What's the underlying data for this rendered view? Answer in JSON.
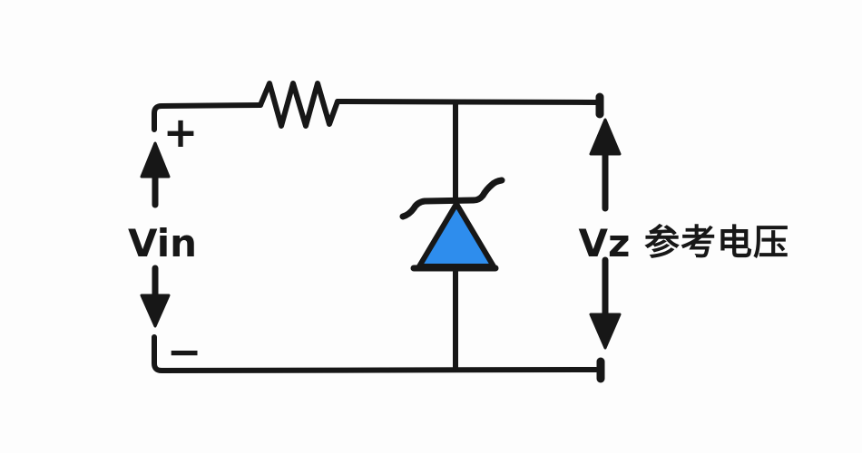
{
  "colors": {
    "background": "#fdfdfd",
    "ink": "#171717",
    "zener_fill": "#2e8ded"
  },
  "input_source": {
    "label": "Vin",
    "plus_sign": "+",
    "minus_sign": "−"
  },
  "output": {
    "label": "Vz",
    "annotation": "参考电压"
  }
}
